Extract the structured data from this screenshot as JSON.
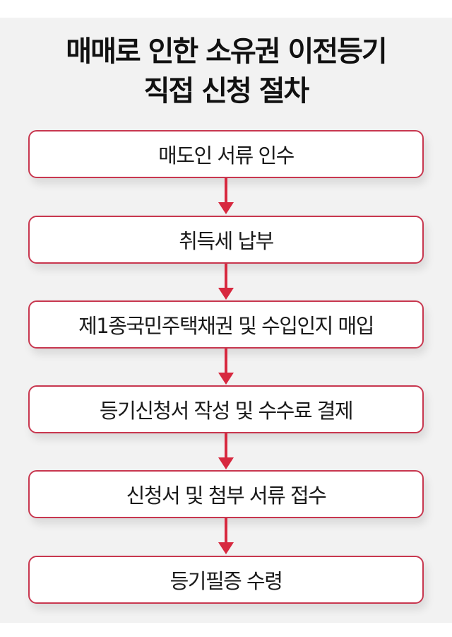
{
  "title": {
    "line1": "매매로 인한 소유권 이전등기",
    "line2": "직접 신청 절차"
  },
  "colors": {
    "accent": "#d7283f",
    "box_border": "#c8374f",
    "panel_bg": "#f2f2f2"
  },
  "steps": [
    {
      "label": "매도인 서류 인수"
    },
    {
      "label": "취득세 납부"
    },
    {
      "label": "제1종국민주택채권 및 수입인지 매입"
    },
    {
      "label": "등기신청서 작성 및 수수료 결제"
    },
    {
      "label": "신청서 및 첨부 서류 접수"
    },
    {
      "label": "등기필증 수령"
    }
  ]
}
